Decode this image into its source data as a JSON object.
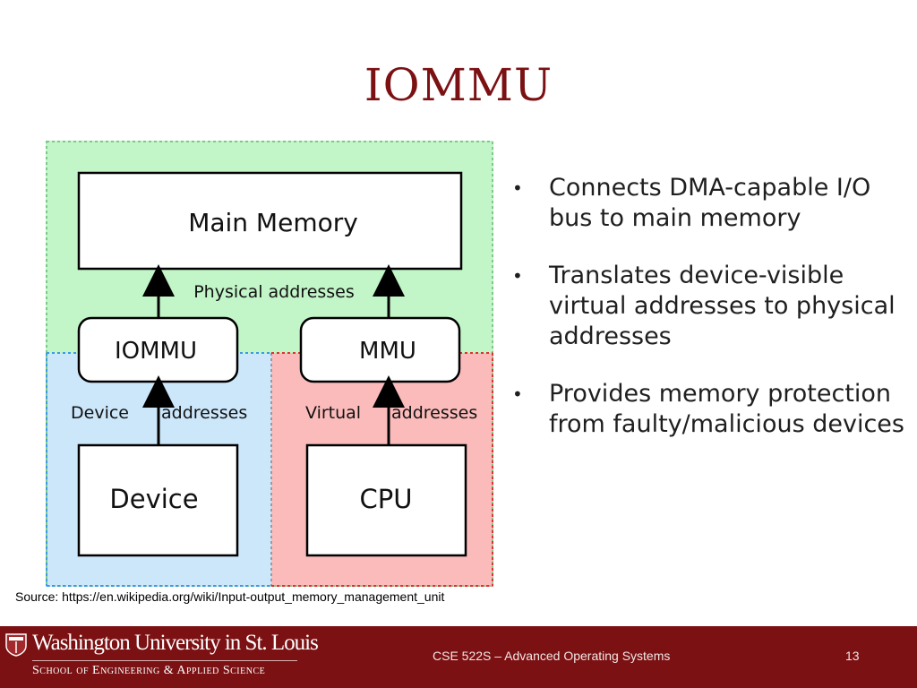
{
  "slide": {
    "title": "IOMMU",
    "bullets": [
      "Connects DMA-capable I/O bus to main memory",
      "Translates device-visible virtual addresses to physical addresses",
      "Provides memory protection from faulty/malicious devices"
    ],
    "source": "Source: https://en.wikipedia.org/wiki/Input-output_memory_management_unit"
  },
  "diagram": {
    "main_memory": "Main Memory",
    "physical_addresses": "Physical addresses",
    "iommu": "IOMMU",
    "mmu": "MMU",
    "device_label": "Device",
    "addresses_left": "addresses",
    "virtual_label": "Virtual",
    "addresses_right": "addresses",
    "device": "Device",
    "cpu": "CPU",
    "colors": {
      "green_region": "#c2f5c8",
      "blue_region": "#cce6fa",
      "red_region": "#fbbbbb"
    }
  },
  "footer": {
    "university": "Washington University in St. Louis",
    "school": "School of Engineering & Applied Science",
    "course": "CSE 522S – Advanced Operating Systems",
    "page_number": "13",
    "background": "#7b1113"
  }
}
